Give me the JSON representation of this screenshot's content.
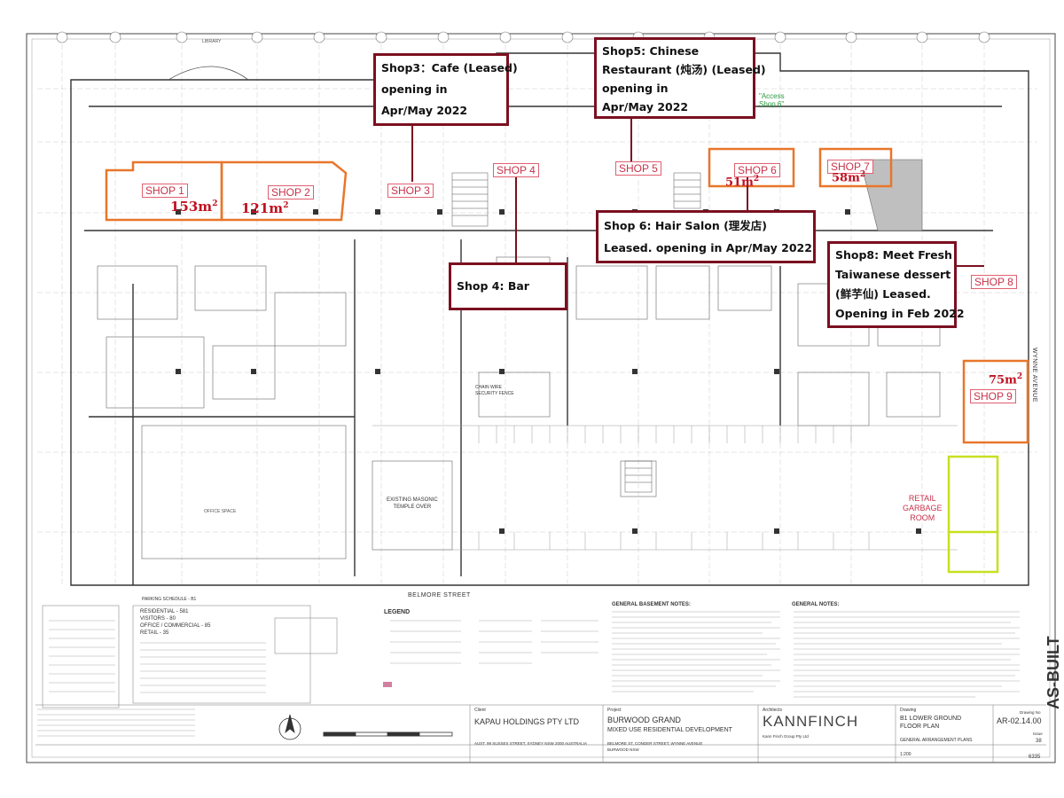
{
  "callouts": {
    "shop3": [
      "Shop3：Cafe (Leased)",
      "opening in",
      "Apr/May 2022"
    ],
    "shop5": [
      "Shop5: Chinese",
      "Restaurant (炖汤) (Leased)",
      "opening in",
      "Apr/May 2022"
    ],
    "shop6": [
      "Shop 6: Hair Salon (理发店)",
      "Leased. opening in Apr/May 2022"
    ],
    "shop4": [
      "Shop 4:   Bar"
    ],
    "shop8": [
      "Shop8:  Meet Fresh",
      "Taiwanese dessert",
      "(鲜芋仙)  Leased.",
      "Opening in Feb 2022"
    ]
  },
  "shops": {
    "s1": "SHOP 1",
    "s2": "SHOP 2",
    "s3": "SHOP 3",
    "s4": "SHOP 4",
    "s5": "SHOP 5",
    "s6": "SHOP 6",
    "s7": "SHOP 7",
    "s8": "SHOP 8",
    "s9": "SHOP 9"
  },
  "areas": {
    "a1": "153m",
    "a2": "121m",
    "a6": "51m",
    "a7": "58m",
    "a9": "75m",
    "sq": "2"
  },
  "rooms": {
    "retail_garbage": [
      "RETAIL",
      "GARBAGE",
      "ROOM"
    ],
    "masonic": [
      "EXISTING MASONIC",
      "TEMPLE OVER"
    ],
    "chain_wire": [
      "CHAIN WIRE",
      "SECURITY FENCE"
    ],
    "access": [
      "\"Access",
      "Shop 6\""
    ],
    "library": "LIBRARY",
    "office_space": "OFFICE SPACE"
  },
  "streets": {
    "belmore": "BELMORE STREET",
    "wynne": "WYNNE AVENUE"
  },
  "headings": {
    "legend": "LEGEND",
    "basement_notes": "GENERAL BASEMENT NOTES:",
    "general_notes": "GENERAL NOTES:",
    "parking_schedule": "PARKING SCHEDULE - B1"
  },
  "parking": [
    "RESIDENTIAL - 581",
    "VISITORS - 80",
    "OFFICE / COMMERCIAL - 85",
    "RETAIL - 35"
  ],
  "title_block": {
    "client_label": "Client",
    "client": "KAPAU HOLDINGS PTY LTD",
    "client_addr": "AUST. 99 SUSSEX STREET, SYDNEY NSW 2000 AUSTRALIA",
    "project_label": "Project",
    "project": "BURWOOD GRAND",
    "project_sub": "MIXED USE RESIDENTIAL DEVELOPMENT",
    "project_addr": "BELMORE ST, CONDER STREET, WYNNE AVENUE",
    "project_city": "BURWOOD NSW",
    "architect_label": "Architects",
    "architect": "KANNFINCH",
    "architect_sub": "Kann Finch Group Pty Ltd",
    "drawing_label": "Drawing",
    "drawing_title": [
      "B1 LOWER GROUND",
      "FLOOR PLAN"
    ],
    "drawing_type": "GENERAL ARRANGEMENT PLANS",
    "drawing_no_label": "Drawing No",
    "drawing_no": "AR-02.14.00",
    "issue_label": "Issue",
    "issue": "38",
    "proj_no": "6335",
    "scale": "1:200",
    "as_built": "AS-BUILT"
  }
}
